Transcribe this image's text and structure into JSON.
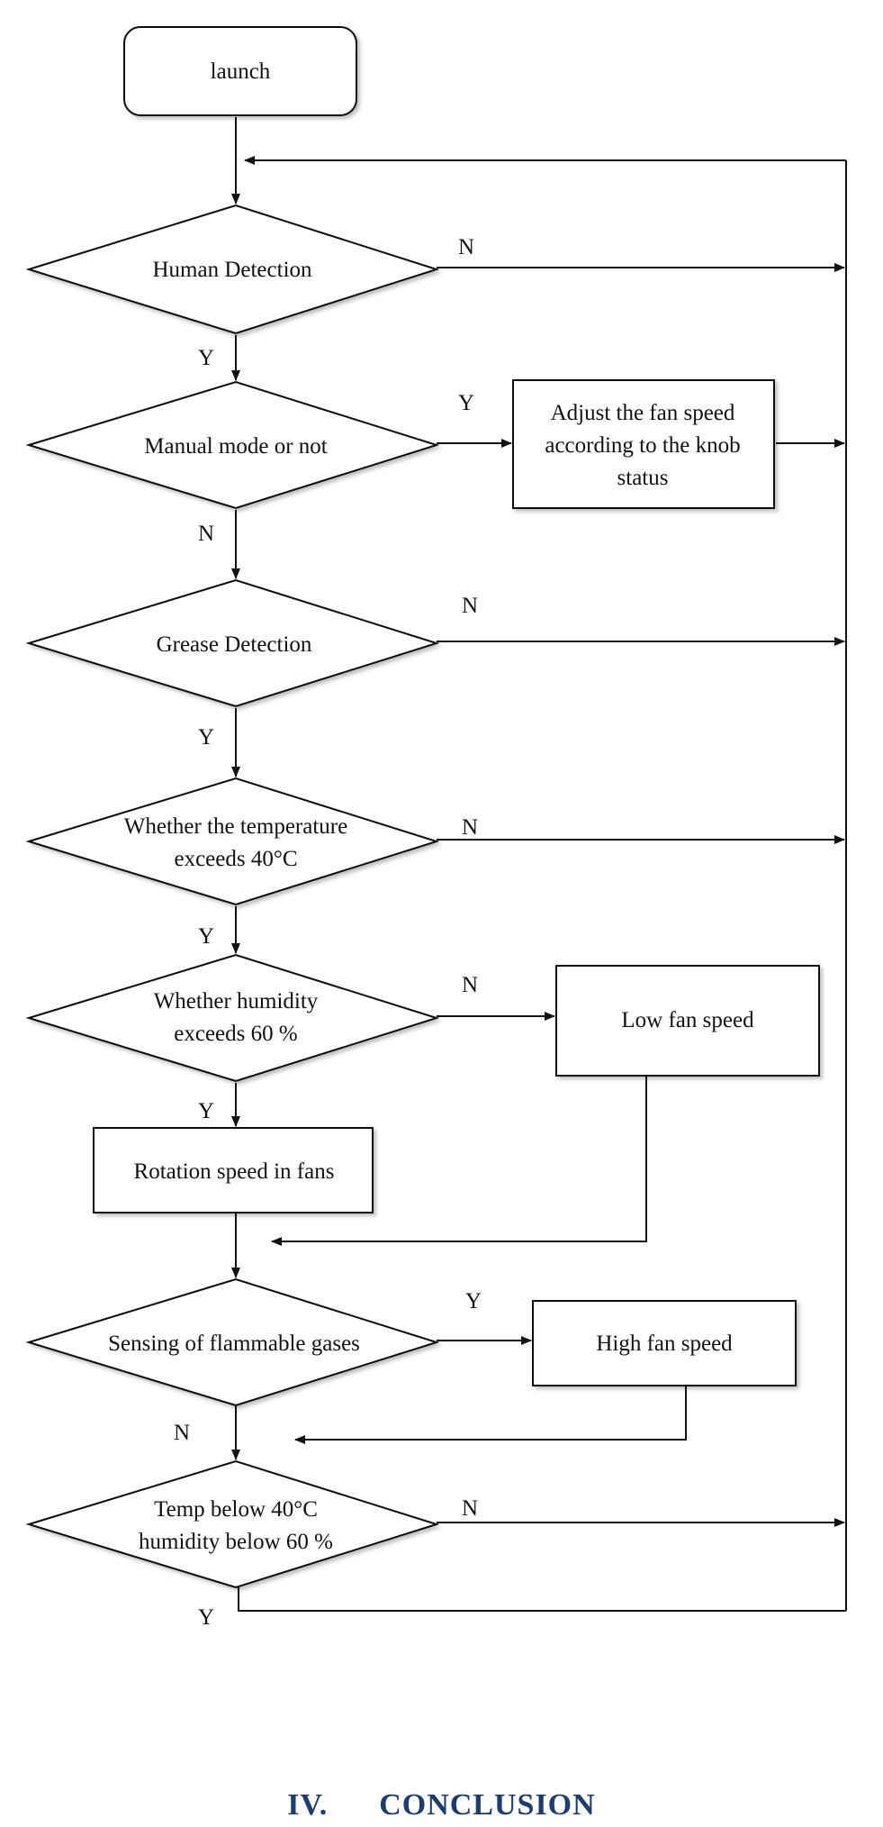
{
  "nodes": {
    "launch": "launch",
    "human_detection": "Human Detection",
    "manual_mode": "Manual mode or not",
    "adjust_fan": [
      "Adjust the fan speed",
      "according to the knob",
      "status"
    ],
    "grease_detection": "Grease Detection",
    "temperature_check": [
      "Whether the temperature",
      "exceeds 40°C"
    ],
    "humidity_check": [
      "Whether humidity",
      "exceeds 60 %"
    ],
    "low_fan": "Low fan speed",
    "rotation_speed": "Rotation speed in fans",
    "flammable_gases": "Sensing of flammable gases",
    "high_fan": "High fan speed",
    "temp_humidity_below": [
      "Temp below 40°C",
      "humidity below 60 %"
    ]
  },
  "edge_labels": {
    "human_no": "N",
    "human_yes": "Y",
    "manual_yes": "Y",
    "manual_no": "N",
    "grease_no": "N",
    "grease_yes": "Y",
    "temp_no": "N",
    "temp_yes": "Y",
    "humidity_no": "N",
    "humidity_yes": "Y",
    "gas_yes": "Y",
    "gas_no": "N",
    "below_no": "N",
    "below_yes": "Y"
  },
  "section_heading": {
    "number": "IV.",
    "title": "CONCLUSION"
  }
}
